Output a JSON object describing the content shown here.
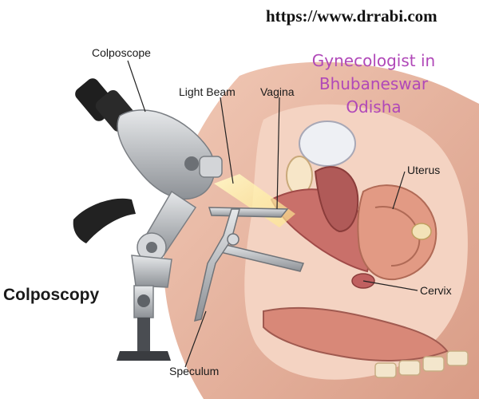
{
  "header": {
    "url": "https://www.drrabi.com"
  },
  "title": {
    "line1": "Gynecologist in",
    "line2": "Bhubaneswar",
    "line3": "Odisha"
  },
  "labels": {
    "colposcope": "Colposcope",
    "light_beam": "Light Beam",
    "vagina": "Vagina",
    "uterus": "Uterus",
    "cervix": "Cervix",
    "speculum": "Speculum",
    "colposcopy": "Colposcopy"
  },
  "colors": {
    "title": "#b048b8",
    "skin": "#e8b9a5",
    "tissue": "#c9706a",
    "light_beam": "#fff2b0",
    "instrument_gray": "#b9bcc0"
  }
}
